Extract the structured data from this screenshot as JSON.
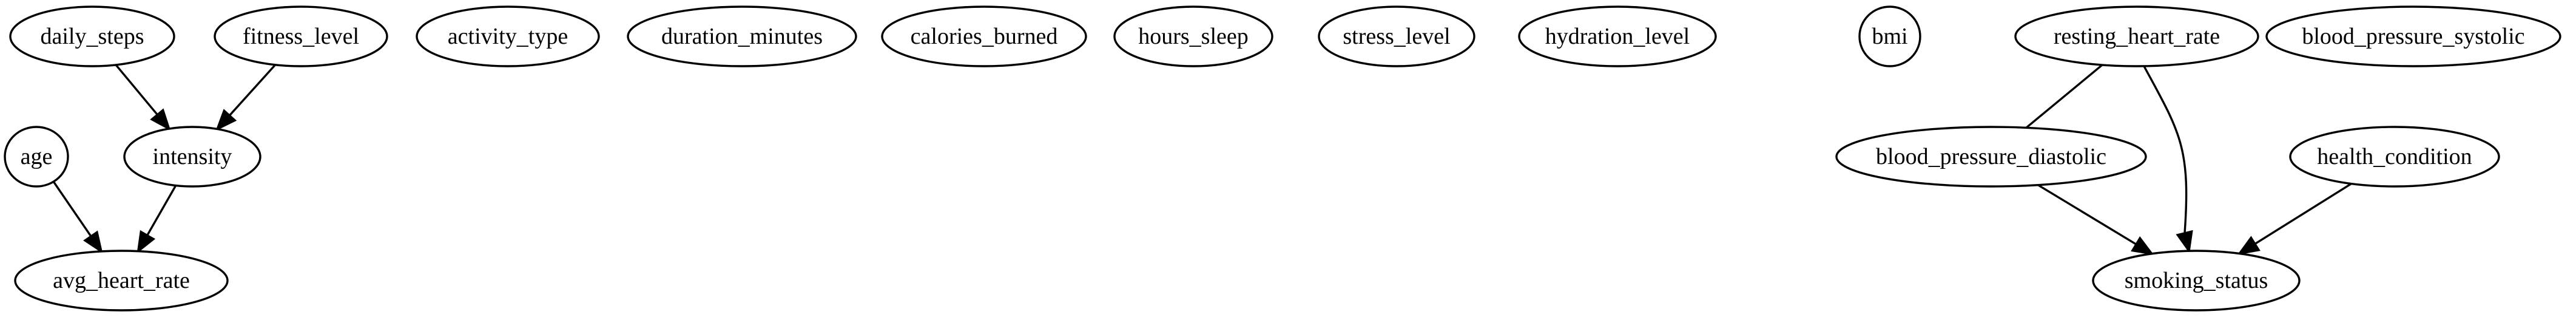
{
  "graph": {
    "background": "#ffffff",
    "stroke_color": "#000000",
    "nodes": [
      {
        "id": "daily_steps",
        "label": "daily_steps"
      },
      {
        "id": "fitness_level",
        "label": "fitness_level"
      },
      {
        "id": "activity_type",
        "label": "activity_type"
      },
      {
        "id": "duration_minutes",
        "label": "duration_minutes"
      },
      {
        "id": "calories_burned",
        "label": "calories_burned"
      },
      {
        "id": "hours_sleep",
        "label": "hours_sleep"
      },
      {
        "id": "stress_level",
        "label": "stress_level"
      },
      {
        "id": "hydration_level",
        "label": "hydration_level"
      },
      {
        "id": "bmi",
        "label": "bmi"
      },
      {
        "id": "resting_heart_rate",
        "label": "resting_heart_rate"
      },
      {
        "id": "blood_pressure_systolic",
        "label": "blood_pressure_systolic"
      },
      {
        "id": "age",
        "label": "age"
      },
      {
        "id": "intensity",
        "label": "intensity"
      },
      {
        "id": "blood_pressure_diastolic",
        "label": "blood_pressure_diastolic"
      },
      {
        "id": "health_condition",
        "label": "health_condition"
      },
      {
        "id": "avg_heart_rate",
        "label": "avg_heart_rate"
      },
      {
        "id": "smoking_status",
        "label": "smoking_status"
      }
    ],
    "edges": [
      {
        "from": "daily_steps",
        "to": "intensity",
        "directed": true
      },
      {
        "from": "fitness_level",
        "to": "intensity",
        "directed": true
      },
      {
        "from": "age",
        "to": "avg_heart_rate",
        "directed": true
      },
      {
        "from": "intensity",
        "to": "avg_heart_rate",
        "directed": true
      },
      {
        "from": "resting_heart_rate",
        "to": "blood_pressure_diastolic",
        "directed": false
      },
      {
        "from": "resting_heart_rate",
        "to": "smoking_status",
        "directed": true
      },
      {
        "from": "blood_pressure_diastolic",
        "to": "smoking_status",
        "directed": true
      },
      {
        "from": "health_condition",
        "to": "smoking_status",
        "directed": true
      }
    ]
  }
}
